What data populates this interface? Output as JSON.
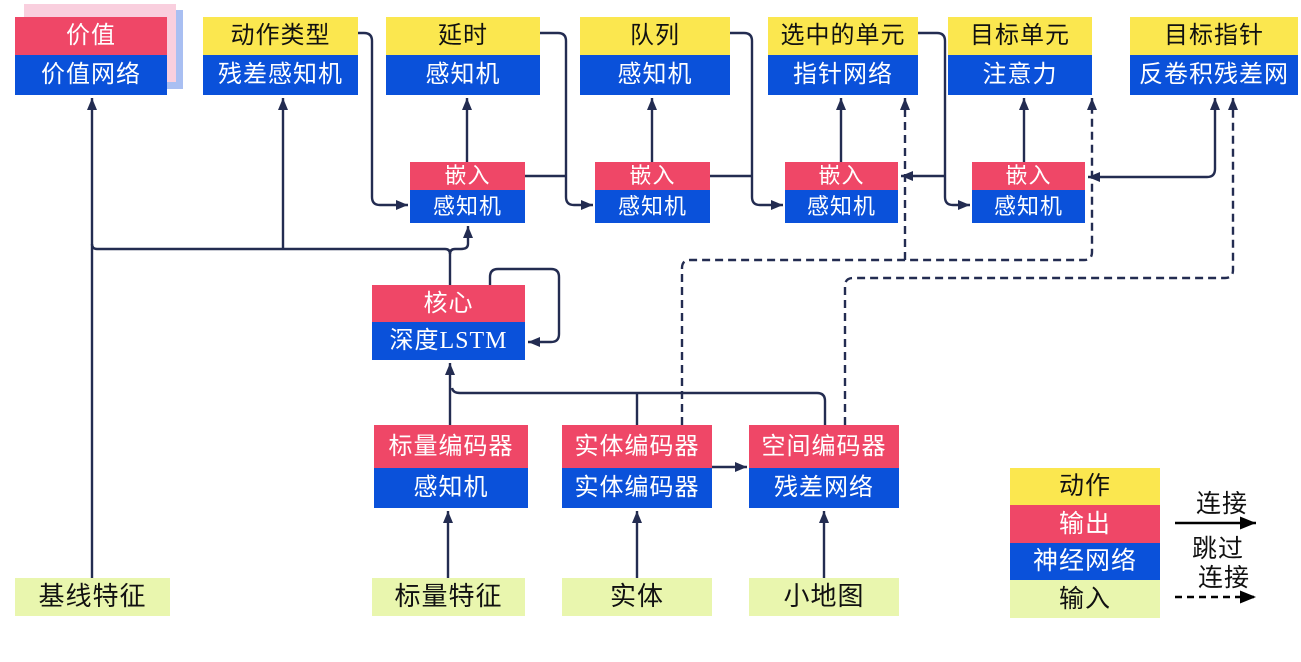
{
  "palette": {
    "yellow": "#FBE74F",
    "red": "#EF4767",
    "blue": "#0A51DA",
    "green": "#E9F6AE",
    "line": "#232C51",
    "legend_arrow": "#000000",
    "shadow_pink": "#F9CFDE",
    "shadow_blue": "#A9BFF2"
  },
  "heads": [
    {
      "top": "价值",
      "bottom": "价值网络"
    },
    {
      "top": "动作类型",
      "bottom": "残差感知机"
    },
    {
      "top": "延时",
      "bottom": "感知机"
    },
    {
      "top": "队列",
      "bottom": "感知机"
    },
    {
      "top": "选中的单元",
      "bottom": "指针网络"
    },
    {
      "top": "目标单元",
      "bottom": "注意力"
    },
    {
      "top": "目标指针",
      "bottom": "反卷积残差网"
    }
  ],
  "embeddings": [
    {
      "top": "嵌入",
      "bottom": "感知机"
    },
    {
      "top": "嵌入",
      "bottom": "感知机"
    },
    {
      "top": "嵌入",
      "bottom": "感知机"
    },
    {
      "top": "嵌入",
      "bottom": "感知机"
    }
  ],
  "core": {
    "top": "核心",
    "bottom": "深度LSTM"
  },
  "encoders": [
    {
      "top": "标量编码器",
      "bottom": "感知机"
    },
    {
      "top": "实体编码器",
      "bottom": "实体编码器"
    },
    {
      "top": "空间编码器",
      "bottom": "残差网络"
    }
  ],
  "inputs": [
    {
      "label": "基线特征"
    },
    {
      "label": "标量特征"
    },
    {
      "label": "实体"
    },
    {
      "label": "小地图"
    }
  ],
  "legend": {
    "swatches": [
      {
        "label": "动作"
      },
      {
        "label": "输出"
      },
      {
        "label": "神经网络"
      },
      {
        "label": "输入"
      }
    ],
    "solid_arrow_label": "连接",
    "dashed_arrow_label_line1": "跳过",
    "dashed_arrow_label_line2": "连接"
  }
}
